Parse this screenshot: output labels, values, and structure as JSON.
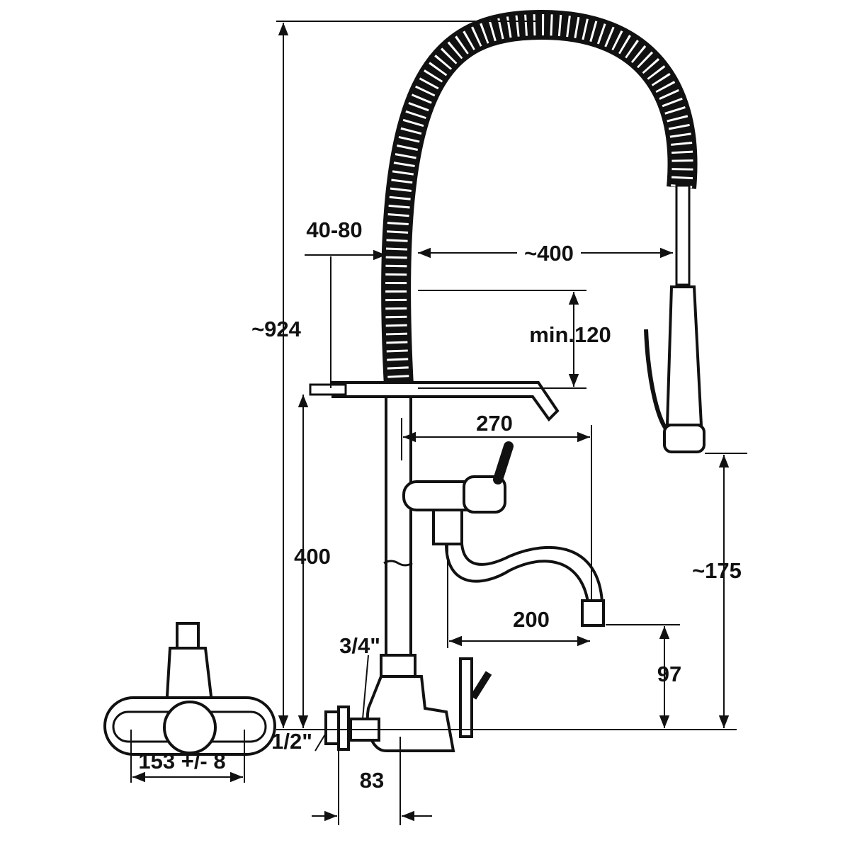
{
  "drawing": {
    "title": "Pre-rinse faucet dimension drawing",
    "dimensions": {
      "total_height": "~924",
      "shelf_offset": "40-80",
      "spray_reach": "~400",
      "min_clearance": "min.120",
      "spout_reach": "270",
      "shelf_height": "400",
      "spray_height": "~175",
      "swivel_spout_reach": "200",
      "spout_height": "97",
      "inlet_thread_top": "3/4\"",
      "inlet_thread_bottom": "1/2\"",
      "inlet_offset": "83",
      "centre_distance": "153 +/- 8"
    }
  }
}
